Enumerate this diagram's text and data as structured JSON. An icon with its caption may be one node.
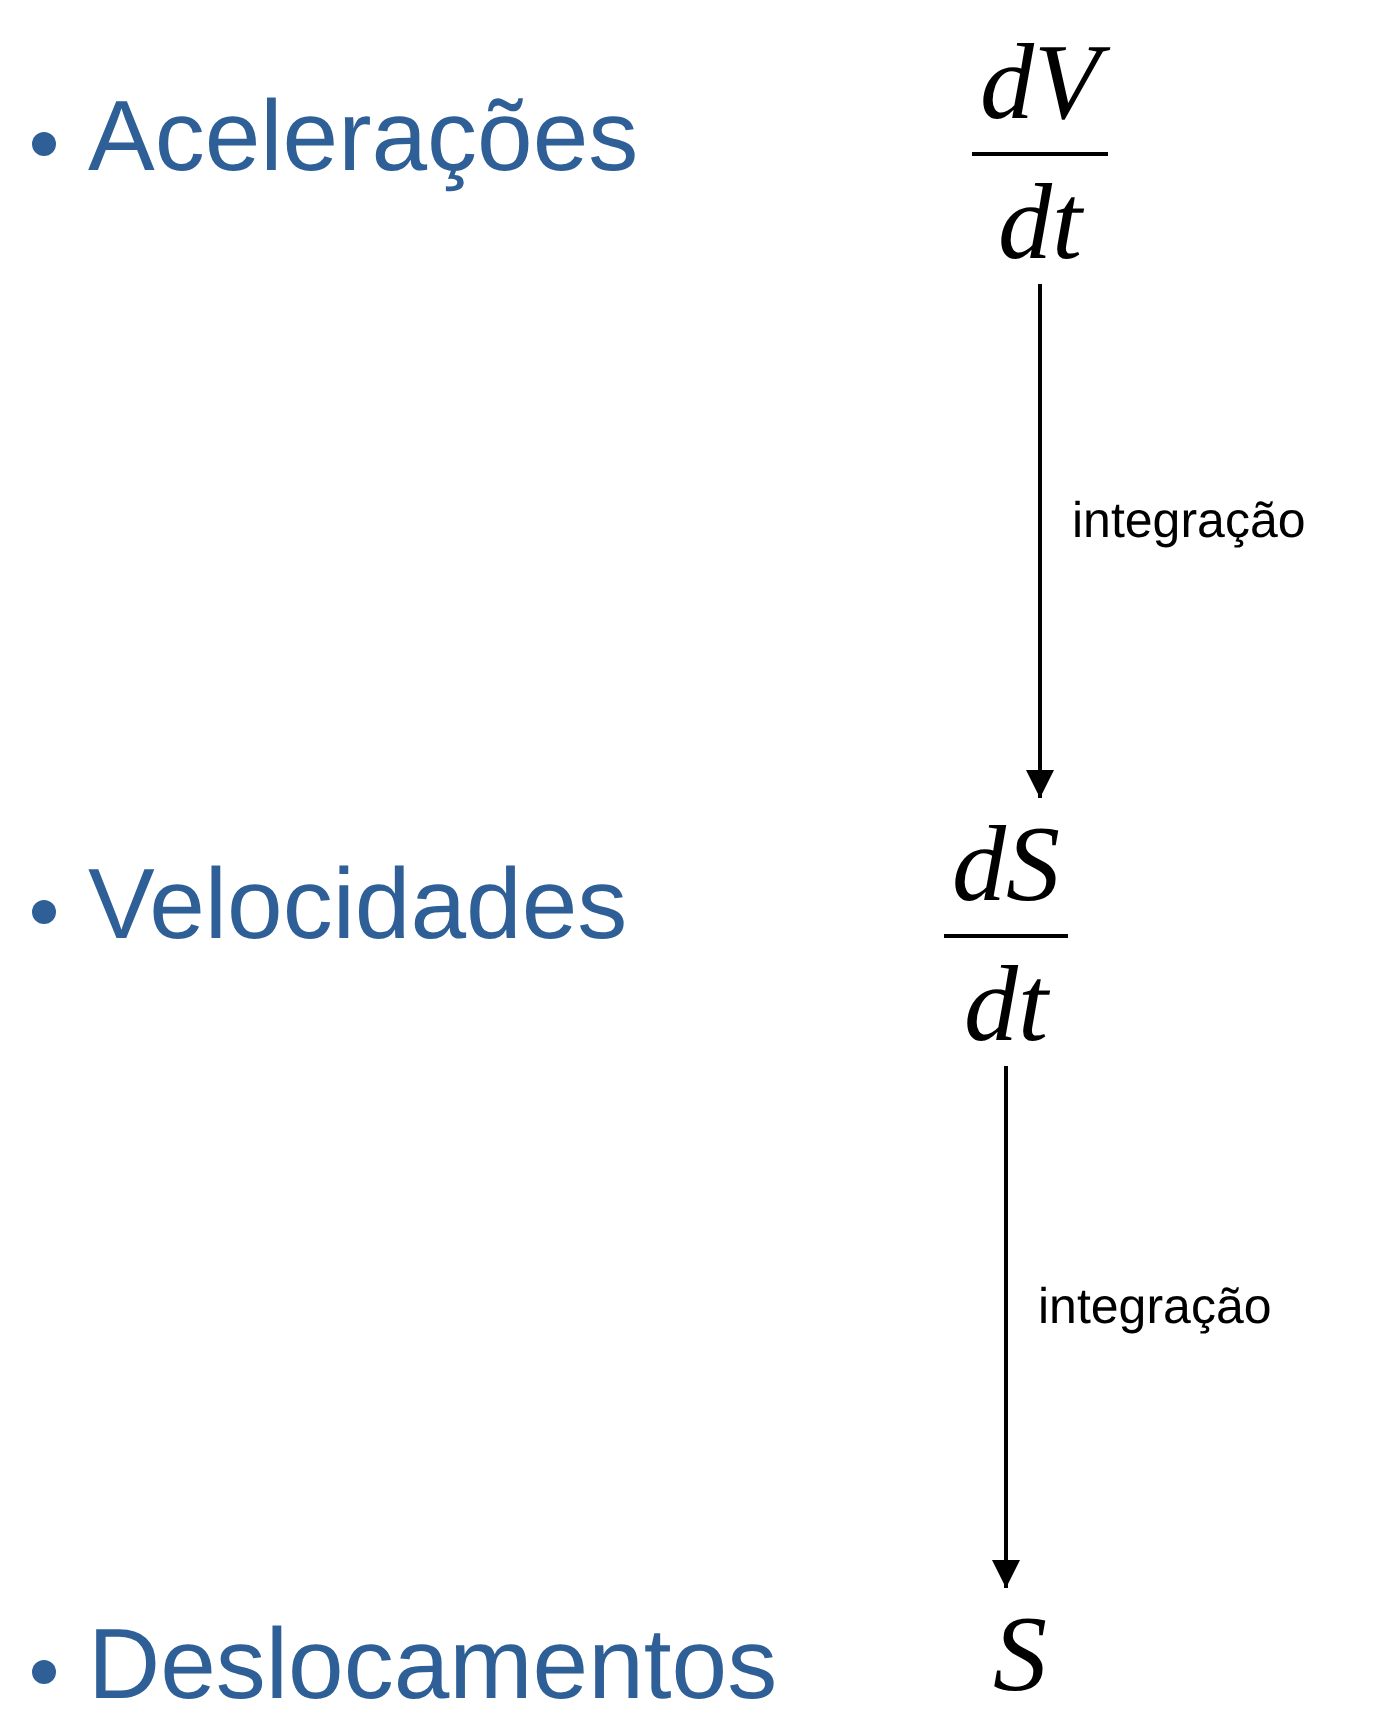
{
  "diagram": {
    "nodes": [
      {
        "text": [
          "dV",
          "dt"
        ]
      },
      {
        "text": [
          "dS",
          "dt"
        ]
      },
      {
        "text": [
          "S"
        ]
      }
    ],
    "edges": [
      {
        "from": 0,
        "to": 1,
        "arrow": "to",
        "label": "integração"
      },
      {
        "from": 1,
        "to": 2,
        "arrow": "to",
        "label": "integração"
      }
    ],
    "labels": [
      "Acelerações",
      "Velocidades",
      "Deslocamentos"
    ]
  }
}
